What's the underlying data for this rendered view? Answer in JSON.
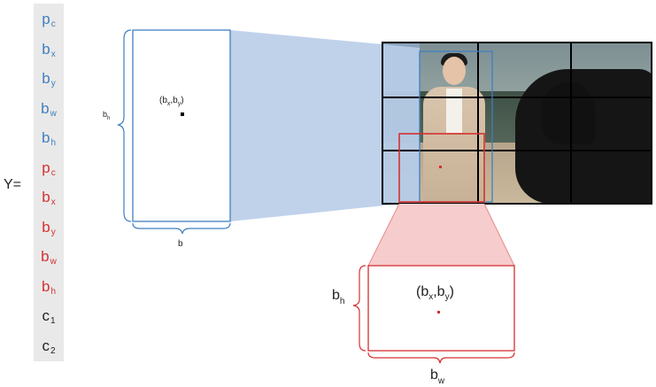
{
  "y_label": "Y=",
  "vector": [
    {
      "sym": "p",
      "sub": "c",
      "color": "#3f7fc0"
    },
    {
      "sym": "b",
      "sub": "x",
      "color": "#3f7fc0"
    },
    {
      "sym": "b",
      "sub": "y",
      "color": "#3f7fc0"
    },
    {
      "sym": "b",
      "sub": "w",
      "color": "#3f7fc0"
    },
    {
      "sym": "b",
      "sub": "h",
      "color": "#3f7fc0"
    },
    {
      "sym": "p",
      "sub": "c",
      "color": "#d63030"
    },
    {
      "sym": "b",
      "sub": "x",
      "color": "#d63030"
    },
    {
      "sym": "b",
      "sub": "y",
      "color": "#d63030"
    },
    {
      "sym": "b",
      "sub": "w",
      "color": "#d63030"
    },
    {
      "sym": "b",
      "sub": "h",
      "color": "#d63030"
    },
    {
      "sym": "c",
      "sub": "1",
      "color": "#222222"
    },
    {
      "sym": "c",
      "sub": "2",
      "color": "#222222"
    }
  ],
  "blue_box": {
    "center_label": "(b",
    "center_x_sub": "x",
    "center_sep": ",b",
    "center_y_sub": "y",
    "center_close": ")",
    "height_label": "b",
    "height_sub": "h",
    "width_label": "b"
  },
  "red_box": {
    "center_label": "(b",
    "center_x_sub": "x",
    "center_sep": ",b",
    "center_y_sub": "y",
    "center_close": ")",
    "height_label": "b",
    "height_sub": "h",
    "width_label": "b",
    "width_sub": "w"
  },
  "colors": {
    "blue": "#3f7fc0",
    "blue_fill": "#b8cde8",
    "red": "#d63030",
    "red_fill": "#f6cccc",
    "grid": "#000000"
  }
}
